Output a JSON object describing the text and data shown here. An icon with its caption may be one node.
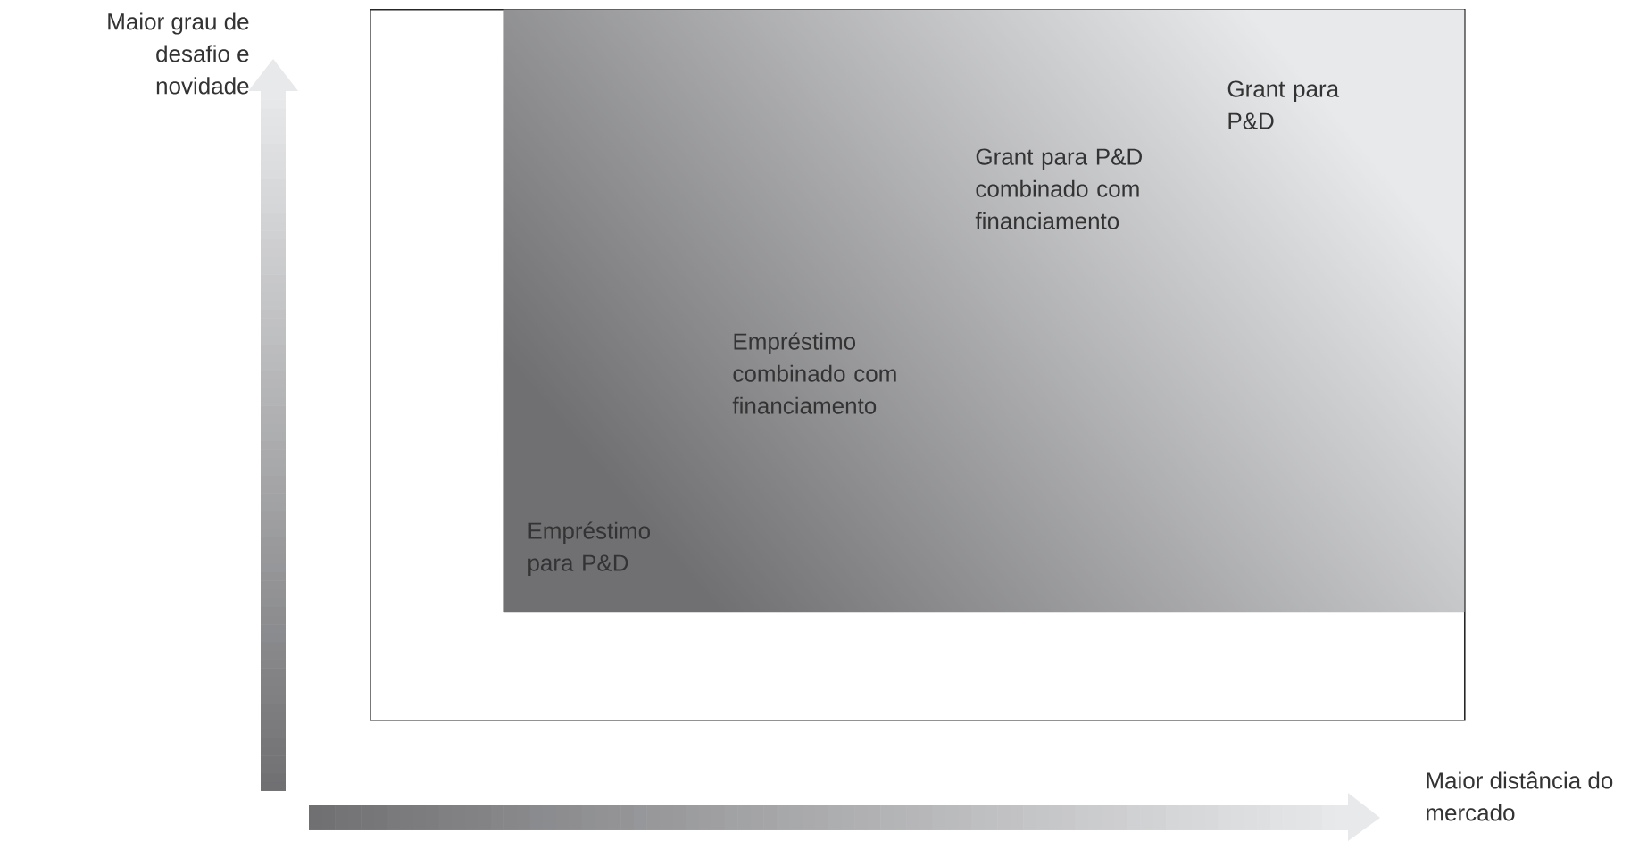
{
  "diagram": {
    "nodes": [
      {
        "text": [],
        "shape": "box"
      },
      {
        "text": [
          "Grant para P&D",
          "Grant para P&D combinado com financiamento",
          "Empréstimo combinado com financiamento",
          "Empréstimo para P&D"
        ],
        "in": 0
      }
    ],
    "labels": [
      "Maior grau de desafio e novidade",
      "Maior distância do mercado"
    ]
  }
}
